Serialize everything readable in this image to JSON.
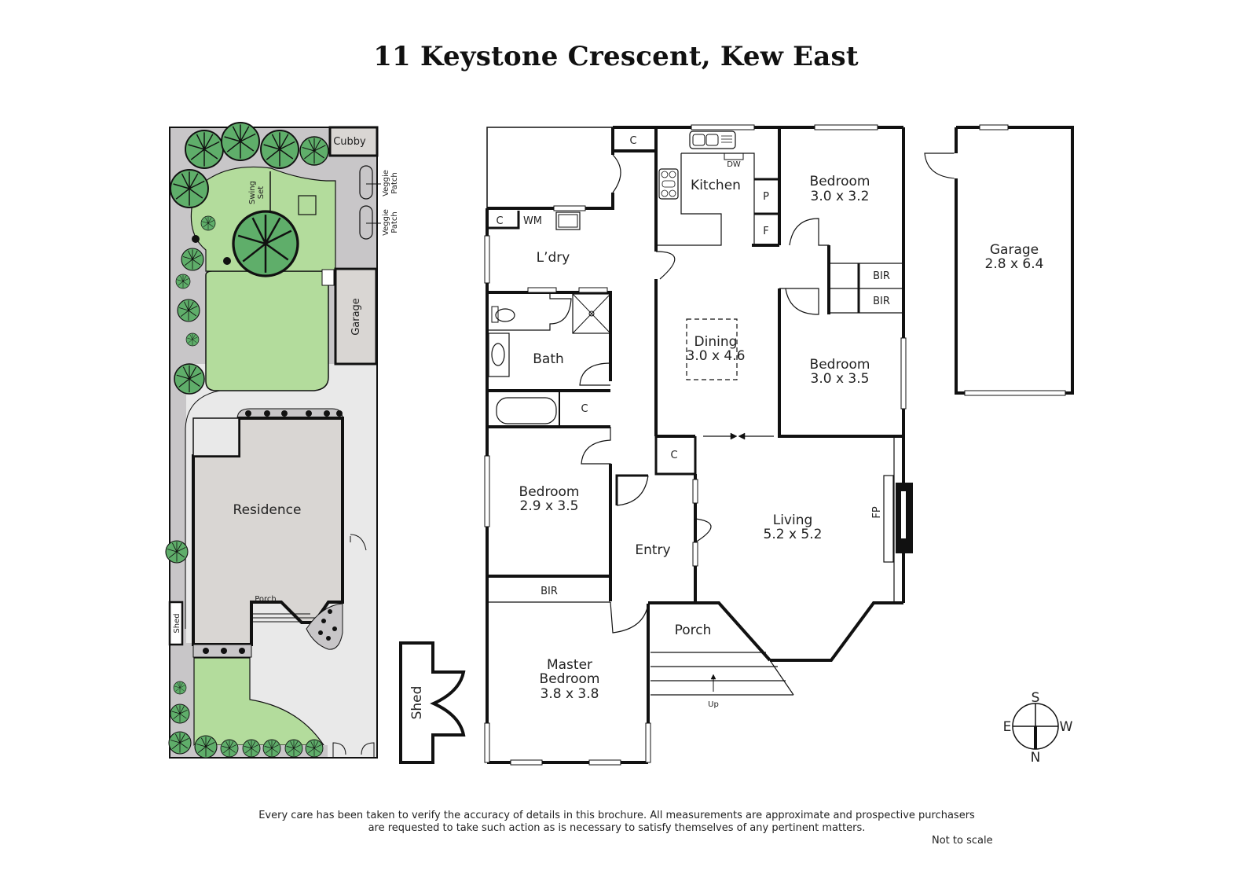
{
  "title": "11 Keystone Crescent, Kew East",
  "site_plan": {
    "cubby": "Cubby",
    "swing_set_line1": "Swing",
    "swing_set_line2": "Set",
    "veggie_patch_1_line1": "Veggie",
    "veggie_patch_1_line2": "Patch",
    "veggie_patch_2_line1": "Veggie",
    "veggie_patch_2_line2": "Patch",
    "garage": "Garage",
    "residence": "Residence",
    "porch": "Porch",
    "shed": "Shed"
  },
  "floor_plan": {
    "closet_c1": "C",
    "closet_c2": "C",
    "closet_c3": "C",
    "closet_c4": "C",
    "wm": "WM",
    "dw": "DW",
    "pantry": "P",
    "fridge": "F",
    "kitchen": "Kitchen",
    "laundry": "L’dry",
    "bath": "Bath",
    "bedroom2": {
      "name": "Bedroom",
      "size": "3.0 x 3.2"
    },
    "bir_a": "BIR",
    "bir_b": "BIR",
    "dining": {
      "name": "Dining",
      "size": "3.0 x 4.6"
    },
    "bedroom3": {
      "name": "Bedroom",
      "size": "3.0 x 3.5"
    },
    "bedroom4": {
      "name": "Bedroom",
      "size": "2.9 x 3.5"
    },
    "entry": "Entry",
    "living": {
      "name": "Living",
      "size": "5.2 x 5.2"
    },
    "fireplace": "FP",
    "bir_master": "BIR",
    "master": {
      "name_line1": "Master",
      "name_line2": "Bedroom",
      "size": "3.8 x 3.8"
    },
    "porch": "Porch",
    "stairs_up": "Up",
    "shed": "Shed",
    "garage": {
      "name": "Garage",
      "size": "2.8 x 6.4"
    }
  },
  "compass": {
    "n": "N",
    "s": "S",
    "e": "E",
    "w": "W"
  },
  "colors": {
    "lawn": "#b3dc9c",
    "tree": "#5fae6a",
    "paving": "#c8c6c8",
    "building": "#d9d6d3",
    "drive": "#e9e9e9",
    "wall": "#111111"
  },
  "disclaimer": {
    "line1": "Every care has been taken to verify the accuracy of details in this brochure.  All measurements are approximate and prospective purchasers",
    "line2": "are requested to take such action as is necessary to satisfy themselves of any pertinent matters."
  },
  "scale_note": "Not to scale"
}
